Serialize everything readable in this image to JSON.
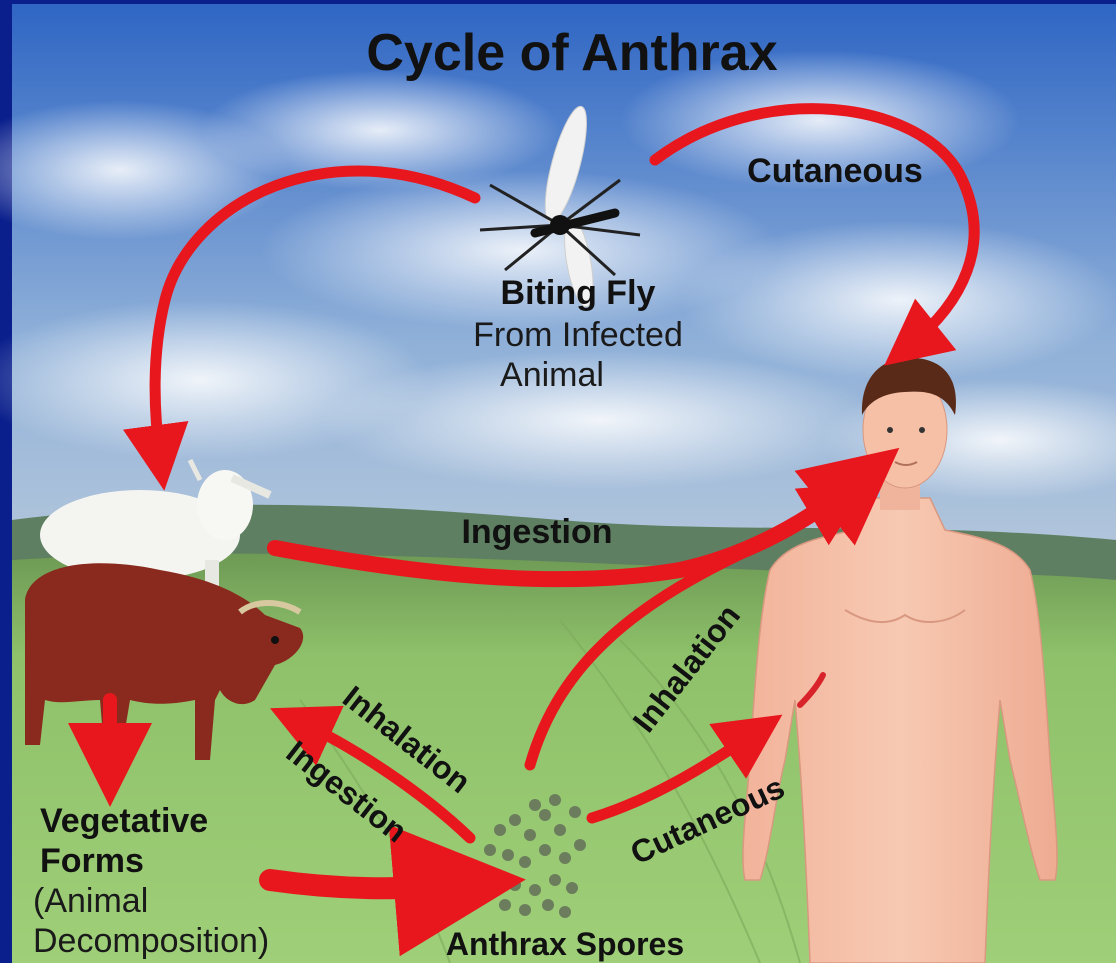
{
  "title": "Cycle of  Anthrax",
  "nodes": {
    "fly": {
      "name": "Biting Fly",
      "line1": "From Infected",
      "line2": "Animal"
    },
    "vegetative": {
      "line1": "Vegetative",
      "line2": "Forms",
      "line3": "(Animal",
      "line4": "Decomposition)"
    },
    "spores": {
      "name": "Anthrax Spores"
    }
  },
  "arrow_labels": {
    "cutaneous_top": "Cutaneous",
    "ingestion_animal": "Ingestion",
    "inhalation_spores_human": "Inhalation",
    "inhalation_spores_animal": "Inhalation",
    "ingestion_spores_animal": "Ingestion",
    "cutaneous_spores": "Cutaneous"
  },
  "colors": {
    "frame": "#0a1f8c",
    "arrow": "#e8171d",
    "sky": "#5a86c8",
    "grass": "#8fc06a"
  },
  "icons": [
    "fly-icon",
    "sheep-icon",
    "cow-icon",
    "human-figure-icon",
    "spores-icon"
  ]
}
